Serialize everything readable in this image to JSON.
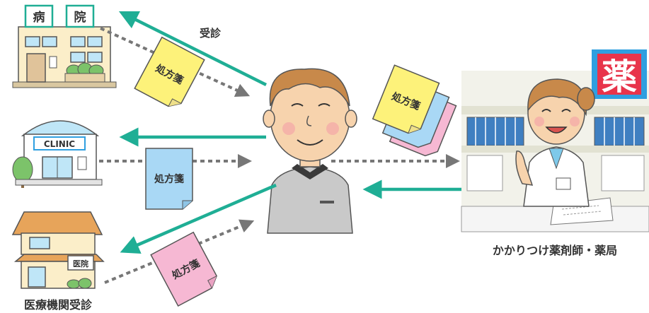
{
  "labels": {
    "consultation": "受診",
    "prescription": "処方箋",
    "pharmacy_caption": "かかりつけ薬剤師・薬局",
    "institution_caption": "医療機関受診",
    "hospital_sign_left": "病",
    "hospital_sign_right": "院",
    "clinic_sign": "CLINIC",
    "practice_sign": "医院",
    "pharmacy_sign": "薬"
  },
  "colors": {
    "arrow_teal": "#1fae95",
    "arrow_gray": "#777777",
    "note_yellow": "#fdf27a",
    "note_blue": "#a9d8f5",
    "note_pink": "#f6b8d3",
    "sign_red": "#e8344b",
    "sign_blue_bg": "#2f9fe0",
    "building_roof": "#e7a45a",
    "building_wall": "#fbeec9",
    "window_blue": "#bfe6f7"
  },
  "icons": {
    "hospital": "hospital-building-icon",
    "clinic": "clinic-building-icon",
    "practice": "medical-practice-icon",
    "patient": "patient-man-icon",
    "pharmacist": "pharmacist-woman-icon",
    "pharmacy": "pharmacy-counter-icon"
  }
}
